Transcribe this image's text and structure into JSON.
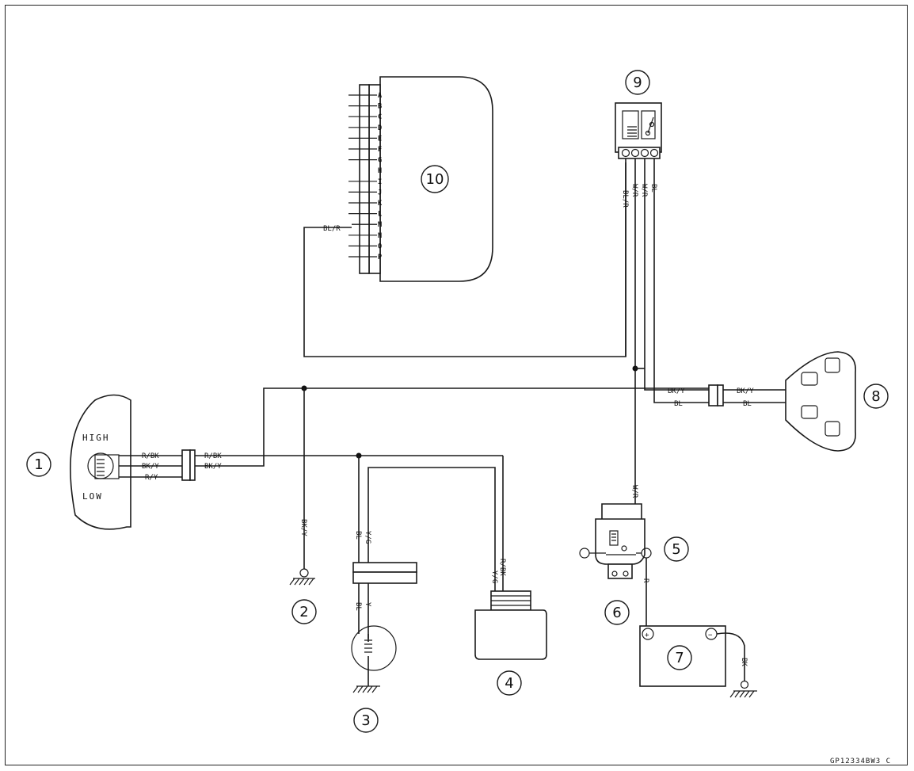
{
  "figure_code": "GP12334BW3 C",
  "callouts": [
    "1",
    "2",
    "3",
    "4",
    "5",
    "6",
    "7",
    "8",
    "9",
    "10"
  ],
  "ecu": {
    "pins": [
      "A",
      "B",
      "C",
      "D",
      "E",
      "F",
      "G",
      "H",
      "I",
      "J",
      "K",
      "L",
      "M",
      "N",
      "O",
      "P"
    ],
    "wire_m": "BL/R"
  },
  "relay_9_wires": [
    "BL/R",
    "W/R",
    "W/R",
    "BL"
  ],
  "switch_1": {
    "high_label": "HIGH",
    "low_label": "LOW",
    "wires_left": [
      "R/BK",
      "BK/Y",
      "R/Y"
    ],
    "wires_right": [
      "R/BK",
      "BK/Y"
    ]
  },
  "ground_2_wire": "BK/Y",
  "unit_3": {
    "upper_wires": [
      "BL",
      "Y/G"
    ],
    "lower_wires": [
      "BL",
      "Y"
    ]
  },
  "unit_4_wires": [
    "Y/G",
    "R/BK"
  ],
  "unit_5_wire": "W/R",
  "fuse_wire": "R",
  "battery_7": {
    "ground_wire": "BK",
    "plus": "+",
    "minus": "−"
  },
  "lamp_8": {
    "left_wires": [
      "BK/Y",
      "BL"
    ],
    "right_wires": [
      "BK/Y",
      "BL"
    ]
  }
}
